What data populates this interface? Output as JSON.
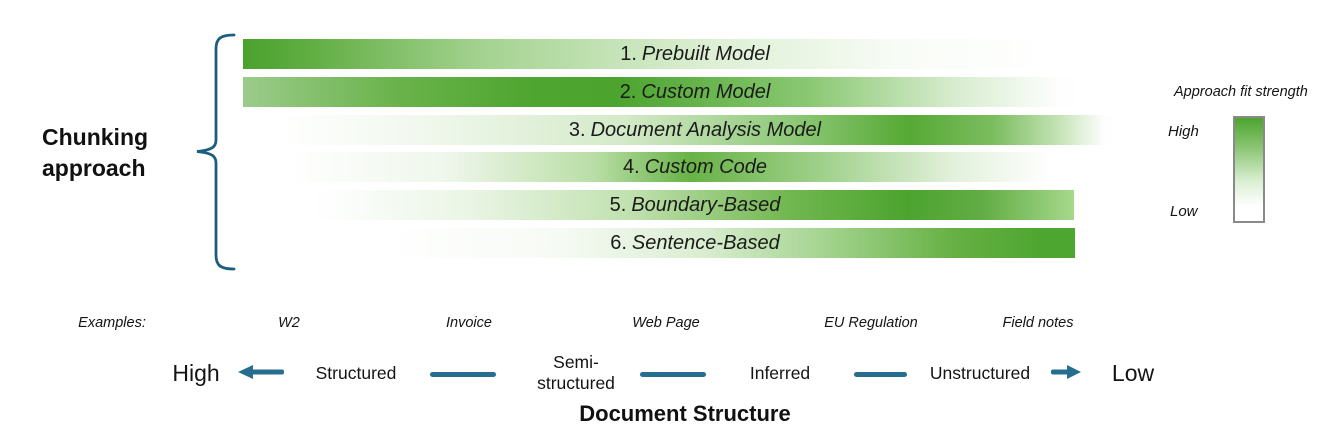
{
  "left_label": {
    "line1": "Chunking",
    "line2": "approach"
  },
  "bars": [
    {
      "num": "1.",
      "name": "Prebuilt Model",
      "gradient": "background:linear-gradient(90deg,#4aa22d 0%,#61ae43 8%,#a3d28f 28%,#dcefd3 55%,#f8fcf6 78%,#ffffff 96%)"
    },
    {
      "num": "2.",
      "name": "Custom Model",
      "gradient": "background:linear-gradient(90deg,#9ccb8b 0%,#6bb34c 18%,#4ea52f 35%,#4ca42e 45%,#8ac873 68%,#d9edd0 86%,#fdfefd 98%)"
    },
    {
      "num": "3.",
      "name": "Document Analysis Model",
      "gradient": "background:linear-gradient(90deg,#ffffff 1%,#f1f8ee 18%,#d4eac9 42%,#8ec878 62%,#56a934 76%,#7cbd60 86%,#c8e5ba 94%,#fdfefd 99%)"
    },
    {
      "num": "4.",
      "name": "Custom Code",
      "gradient": "background:linear-gradient(90deg,#ffffff 2%,#eef6ea 22%,#b9dea6 40%,#68b246 52%,#9ed089 68%,#e3f1dc 85%,#ffffff 97%)"
    },
    {
      "num": "5.",
      "name": "Boundary-Based",
      "gradient": "background:linear-gradient(90deg,#fdfefd 2%,#eaf5e5 20%,#bfe0ad 42%,#72b751 62%,#4ca42e 78%,#62ad45 88%,#a6d98c 100%)"
    },
    {
      "num": "6.",
      "name": "Sentence-Based",
      "gradient": "background:linear-gradient(90deg,#ffffff 4%,#f6faf4 28%,#d9edd0 48%,#a0d28a 66%,#66b044 83%,#4ca62f 96%)"
    }
  ],
  "legend": {
    "title": "Approach fit strength",
    "high": "High",
    "low": "Low",
    "gradient": "background:linear-gradient(180deg,#4ca42e 0%,#8dc776 30%,#dcefd4 62%,#ffffff 86%)"
  },
  "bottom": {
    "examples_label": "Examples:",
    "examples": [
      {
        "label": "W2"
      },
      {
        "label": "Invoice"
      },
      {
        "label": "Web Page"
      },
      {
        "label": "EU Regulation"
      },
      {
        "label": "Field notes"
      }
    ],
    "high": "High",
    "low": "Low",
    "categories": [
      {
        "label": "Structured"
      },
      {
        "label": "Semi-structured"
      },
      {
        "label": "Inferred"
      },
      {
        "label": "Unstructured"
      }
    ],
    "title": "Document Structure"
  },
  "colors": {
    "accent_teal": "#266d8f",
    "brace_teal": "#1d5e80",
    "green_dark": "#4ca42e",
    "green_light": "#9ccb8b"
  }
}
